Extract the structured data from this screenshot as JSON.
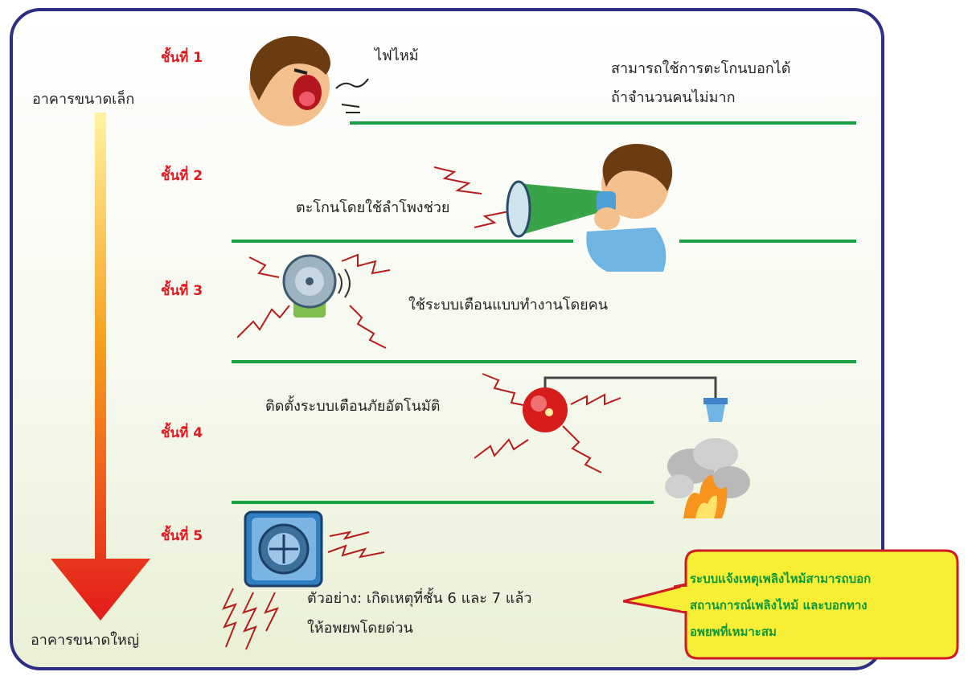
{
  "steps": [
    {
      "label": "ชั้นที่ 1"
    },
    {
      "label": "ชั้นที่ 2"
    },
    {
      "label": "ชั้นที่ 3"
    },
    {
      "label": "ชั้นที่ 4"
    },
    {
      "label": "ชั้นที่ 5"
    }
  ],
  "scale": {
    "top": "อาคารขนาดเล็ก",
    "bottom": "อาคารขนาดใหญ่"
  },
  "texts": {
    "shout": "ไฟไหม้",
    "step1_line1": "สามารถใช้การตะโกนบอกได้",
    "step1_line2": "ถ้าจำนวนคนไม่มาก",
    "step2": "ตะโกนโดยใช้ลำโพงช่วย",
    "step3": "ใช้ระบบเตือนแบบทำงานโดยคน",
    "step4": "ติดตั้งระบบเตือนภัยอัตโนมัติ",
    "step5_line1": "ตัวอย่าง: เกิดเหตุที่ชั้น 6 และ 7 แล้ว",
    "step5_line2": "ให้อพยพโดยด่วน"
  },
  "note": {
    "line1": "ระบบแจ้งเหตุเพลิงไหม้สามารถบอก",
    "line2": "สถานการณ์เพลิงไหม้ และบอกทาง",
    "line3": "อพยพที่เหมาะสม"
  },
  "colors": {
    "frame": "#2c2d83",
    "floor_line": "#1aa146",
    "step_label": "#e0181f",
    "note_fill": "#f7ee35",
    "note_border": "#d01b24",
    "note_text": "#0b9a3b"
  }
}
